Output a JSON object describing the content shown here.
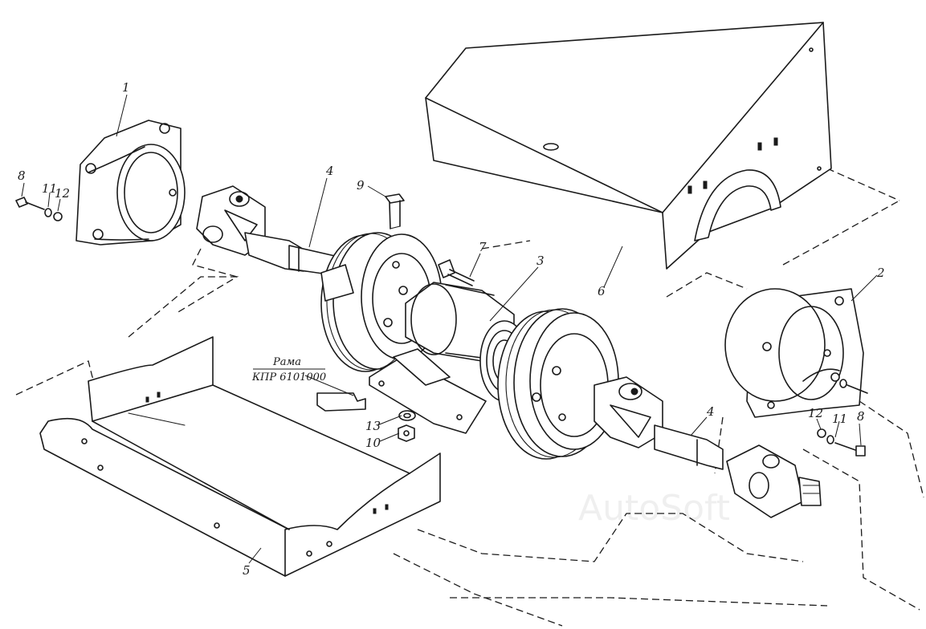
{
  "callouts": {
    "c1": "1",
    "c2": "2",
    "c3": "3",
    "c4a": "4",
    "c4b": "4",
    "c5": "5",
    "c6": "6",
    "c7": "7",
    "c8a": "8",
    "c8b": "8",
    "c9": "9",
    "c10": "10",
    "c11a": "11",
    "c11b": "11",
    "c12a": "12",
    "c12b": "12",
    "c13": "13"
  },
  "frame_note": {
    "line1": "Рама",
    "line2": "КПР 6101000"
  },
  "watermark": "AutoSoft",
  "colors": {
    "ink": "#1a1a1a",
    "paper": "#ffffff"
  }
}
